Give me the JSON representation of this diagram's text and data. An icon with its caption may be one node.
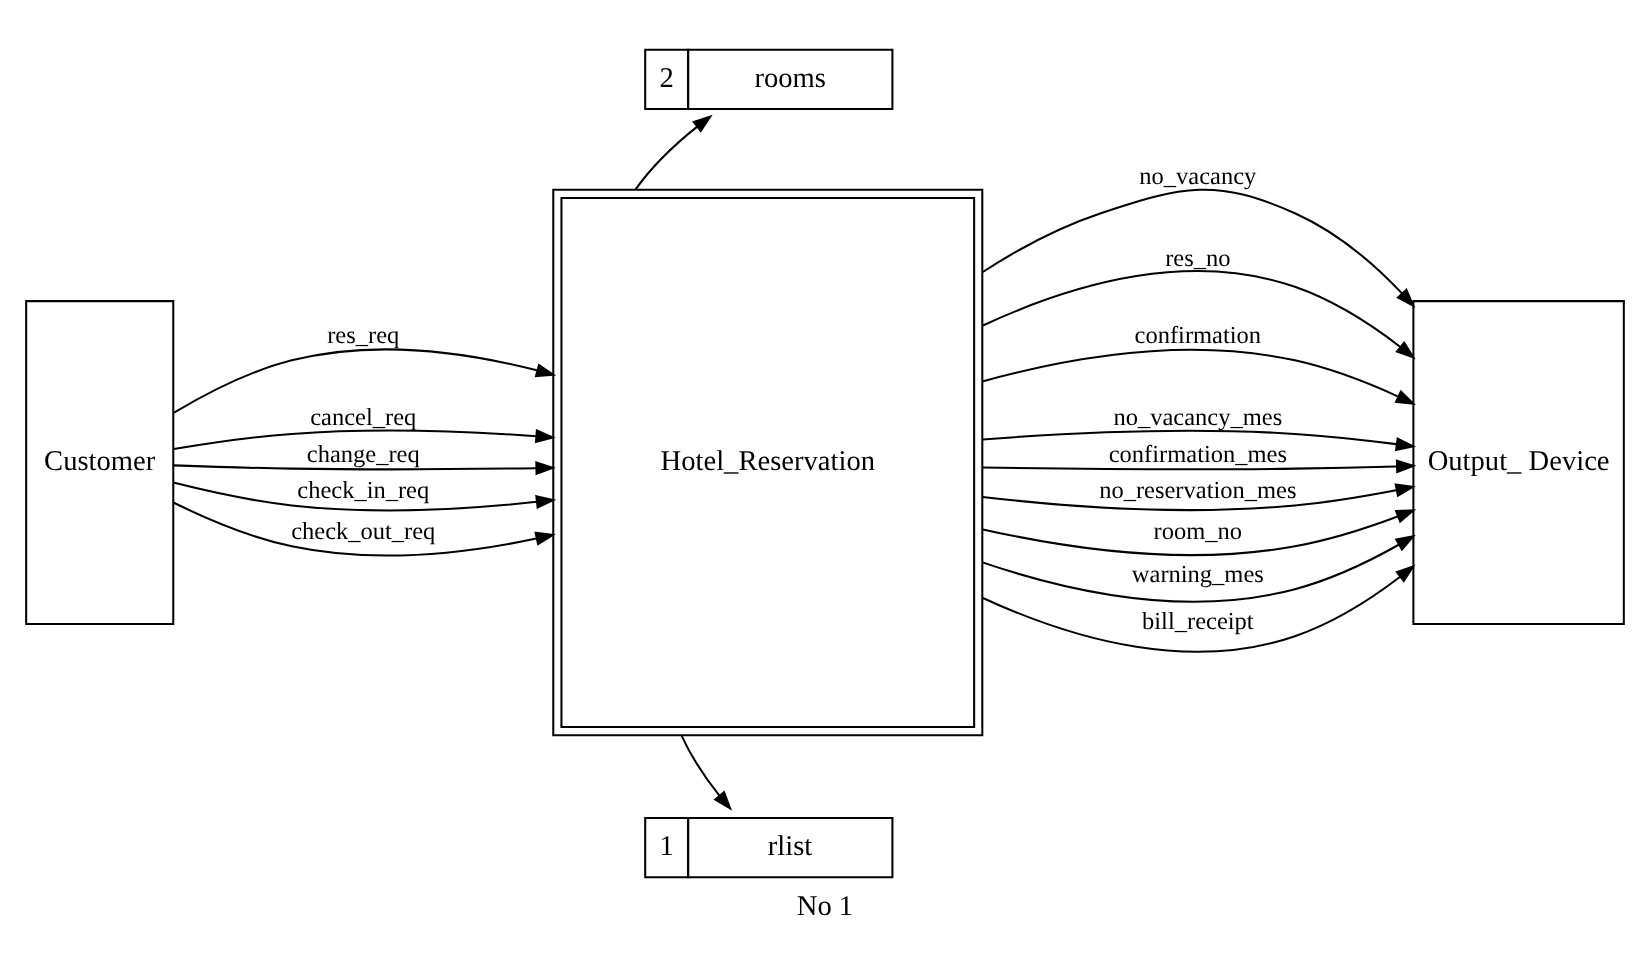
{
  "diagram": {
    "caption": "No 1",
    "nodes": [
      {
        "text": [
          "Customer"
        ]
      },
      {
        "text": [
          "Hotel_Reservation"
        ]
      },
      {
        "text": [
          "2",
          "rooms"
        ]
      },
      {
        "text": [
          "1",
          "rlist"
        ]
      },
      {
        "text": [
          "Output_ Device"
        ]
      }
    ],
    "edges": [
      {
        "from": 0,
        "to": 1,
        "arrow": "to",
        "label": "res_req"
      },
      {
        "from": 0,
        "to": 1,
        "arrow": "to",
        "label": "cancel_req"
      },
      {
        "from": 0,
        "to": 1,
        "arrow": "to",
        "label": "change_req"
      },
      {
        "from": 0,
        "to": 1,
        "arrow": "to",
        "label": "check_in_req"
      },
      {
        "from": 0,
        "to": 1,
        "arrow": "to",
        "label": "check_out_req"
      },
      {
        "from": 1,
        "to": 2,
        "arrow": "to"
      },
      {
        "from": 1,
        "to": 3,
        "arrow": "to"
      },
      {
        "from": 1,
        "to": 4,
        "arrow": "to",
        "label": "no_vacancy"
      },
      {
        "from": 1,
        "to": 4,
        "arrow": "to",
        "label": "res_no"
      },
      {
        "from": 1,
        "to": 4,
        "arrow": "to",
        "label": "confirmation"
      },
      {
        "from": 1,
        "to": 4,
        "arrow": "to",
        "label": "no_vacancy_mes"
      },
      {
        "from": 1,
        "to": 4,
        "arrow": "to",
        "label": "confirmation_mes"
      },
      {
        "from": 1,
        "to": 4,
        "arrow": "to",
        "label": "no_reservation_mes"
      },
      {
        "from": 1,
        "to": 4,
        "arrow": "to",
        "label": "room_no"
      },
      {
        "from": 1,
        "to": 4,
        "arrow": "to",
        "label": "warning_mes"
      },
      {
        "from": 1,
        "to": 4,
        "arrow": "to",
        "label": "bill_receipt"
      }
    ]
  }
}
